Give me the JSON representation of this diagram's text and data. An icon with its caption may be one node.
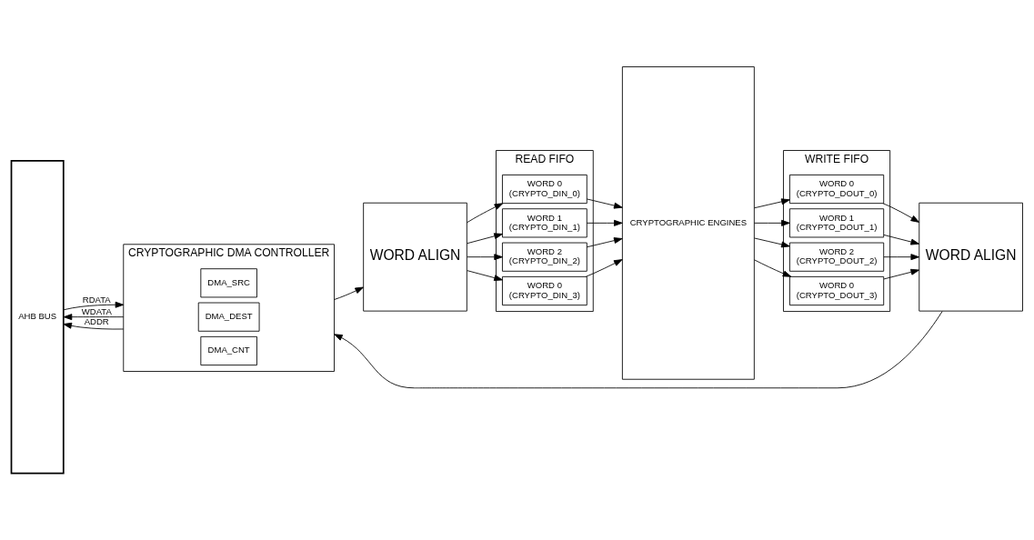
{
  "diagram": {
    "nodes": [
      {
        "text": [
          "AHB BUS"
        ]
      },
      {
        "text": [
          "CRYPTOGRAPHIC DMA CONTROLLER"
        ]
      },
      {
        "text": [
          "DMA_SRC"
        ],
        "in": 1
      },
      {
        "text": [
          "DMA_DEST"
        ],
        "in": 1
      },
      {
        "text": [
          "DMA_CNT"
        ],
        "in": 1
      },
      {
        "text": [
          "WORD ALIGN"
        ]
      },
      {
        "text": [
          "READ FIFO"
        ]
      },
      {
        "text": [
          "WORD 0",
          "(CRYPTO_DIN_0)"
        ],
        "in": 6
      },
      {
        "text": [
          "WORD 1",
          "(CRYPTO_DIN_1)"
        ],
        "in": 6
      },
      {
        "text": [
          "WORD 2",
          "(CRYPTO_DIN_2)"
        ],
        "in": 6
      },
      {
        "text": [
          "WORD 0",
          "(CRYPTO_DIN_3)"
        ],
        "in": 6
      },
      {
        "text": [
          "CRYPTOGRAPHIC ENGINES"
        ]
      },
      {
        "text": [
          "WORD ALIGN"
        ]
      },
      {
        "text": [
          "WRITE FIFO"
        ]
      },
      {
        "text": [
          "WORD 0",
          "(CRYPTO_DOUT_0)"
        ],
        "in": 13
      },
      {
        "text": [
          "WORD 1",
          "(CRYPTO_DOUT_1)"
        ],
        "in": 13
      },
      {
        "text": [
          "WORD 2",
          "(CRYPTO_DOUT_2)"
        ],
        "in": 13
      },
      {
        "text": [
          "WORD 0",
          "(CRYPTO_DOUT_3)"
        ],
        "in": 13
      }
    ],
    "edges": [
      {
        "from": 0,
        "to": 1,
        "arrow": "to",
        "label": "RDATA"
      },
      {
        "from": 1,
        "to": 0,
        "arrow": "to",
        "label": "WDATA"
      },
      {
        "from": 1,
        "to": 0,
        "arrow": "to",
        "label": "ADDR"
      },
      {
        "from": 1,
        "to": 5,
        "arrow": "to"
      },
      {
        "from": 5,
        "to": 7,
        "arrow": "to"
      },
      {
        "from": 5,
        "to": 8,
        "arrow": "to"
      },
      {
        "from": 5,
        "to": 9,
        "arrow": "to"
      },
      {
        "from": 5,
        "to": 10,
        "arrow": "to"
      },
      {
        "from": 7,
        "to": 11,
        "arrow": "to"
      },
      {
        "from": 8,
        "to": 11,
        "arrow": "to"
      },
      {
        "from": 9,
        "to": 11,
        "arrow": "to"
      },
      {
        "from": 10,
        "to": 11,
        "arrow": "to"
      },
      {
        "from": 11,
        "to": 14,
        "arrow": "to"
      },
      {
        "from": 11,
        "to": 15,
        "arrow": "to"
      },
      {
        "from": 11,
        "to": 16,
        "arrow": "to"
      },
      {
        "from": 11,
        "to": 17,
        "arrow": "to"
      },
      {
        "from": 14,
        "to": 12,
        "arrow": "to"
      },
      {
        "from": 15,
        "to": 12,
        "arrow": "to"
      },
      {
        "from": 16,
        "to": 12,
        "arrow": "to"
      },
      {
        "from": 17,
        "to": 12,
        "arrow": "to"
      },
      {
        "from": 12,
        "to": 1,
        "arrow": "to"
      }
    ]
  }
}
